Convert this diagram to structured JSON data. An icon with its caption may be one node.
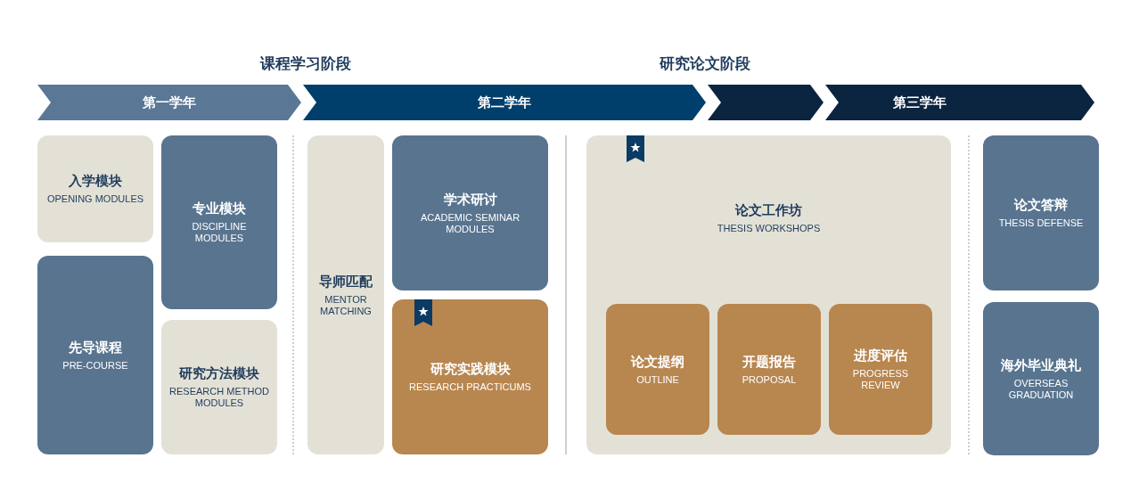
{
  "diagram": {
    "nodes": [
      {
        "text": [
          "第一学年"
        ]
      },
      {
        "text": [
          "第二学年"
        ]
      },
      {
        "text": [],
        "shape": "chevron"
      },
      {
        "text": [
          "第三学年"
        ]
      },
      {
        "text": [
          "入学模块",
          "OPENING MODULES"
        ]
      },
      {
        "text": [
          "先导课程",
          "PRE-COURSE"
        ]
      },
      {
        "text": [
          "专业模块",
          "DISCIPLINE MODULES"
        ]
      },
      {
        "text": [
          "研究方法模块",
          "RESEARCH METHOD MODULES"
        ]
      },
      {
        "text": [
          "导师匹配",
          "MENTOR MATCHING"
        ]
      },
      {
        "text": [
          "学术研讨",
          "ACADEMIC SEMINAR MODULES"
        ]
      },
      {
        "text": [
          "研究实践模块",
          "RESEARCH PRACTICUMS"
        ]
      },
      {
        "text": [
          "论文工作坊",
          "THESIS WORKSHOPS"
        ]
      },
      {
        "text": [
          "论文提纲",
          "OUTLINE"
        ],
        "in": 11
      },
      {
        "text": [
          "开题报告",
          "PROPOSAL"
        ],
        "in": 11
      },
      {
        "text": [
          "进度评估",
          "PROGRESS REVIEW"
        ],
        "in": 11
      },
      {
        "text": [
          "论文答辩",
          "THESIS DEFENSE"
        ]
      },
      {
        "text": [
          "海外毕业典礼",
          "OVERSEAS GRADUATION"
        ]
      }
    ],
    "labels": [
      "课程学习阶段",
      "研究论文阶段"
    ]
  }
}
